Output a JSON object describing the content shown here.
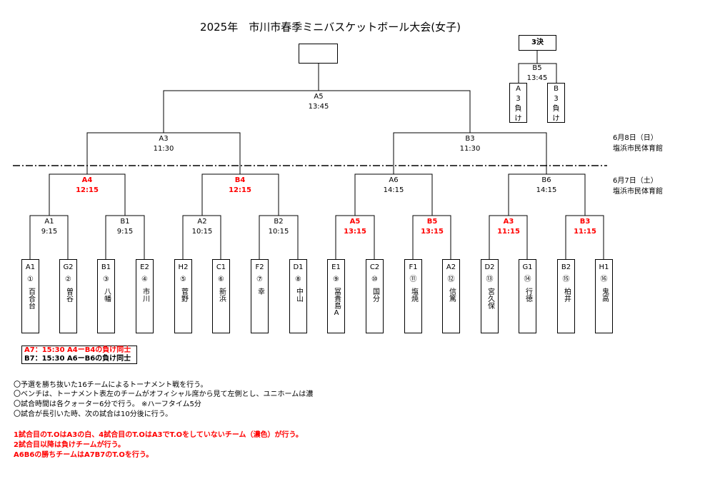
{
  "title": "2025年　市川市春季ミニバスケットボール大会(女子)",
  "third_place": {
    "label": "3決",
    "game": "B5",
    "time": "13:45",
    "left": [
      "A",
      "3",
      "負",
      "け"
    ],
    "right": [
      "B",
      "3",
      "負",
      "け"
    ]
  },
  "final": {
    "game": "A5",
    "time": "13:45"
  },
  "days": [
    {
      "date": "6月8日（日）",
      "venue": "塩浜市民体育館"
    },
    {
      "date": "6月7日（土）",
      "venue": "塩浜市民体育館"
    }
  ],
  "semis": [
    {
      "game": "A3",
      "time": "11:30"
    },
    {
      "game": "B3",
      "time": "11:30"
    }
  ],
  "quarters": [
    {
      "game": "A4",
      "time": "12:15",
      "highlight": true
    },
    {
      "game": "B4",
      "time": "12:15",
      "highlight": true
    },
    {
      "game": "A6",
      "time": "14:15",
      "highlight": false
    },
    {
      "game": "B6",
      "time": "14:15",
      "highlight": false
    }
  ],
  "first_round": [
    {
      "game": "A1",
      "time": "9:15",
      "highlight": false
    },
    {
      "game": "B1",
      "time": "9:15",
      "highlight": false
    },
    {
      "game": "A2",
      "time": "10:15",
      "highlight": false
    },
    {
      "game": "B2",
      "time": "10:15",
      "highlight": false
    },
    {
      "game": "A5",
      "time": "13:15",
      "highlight": true
    },
    {
      "game": "B5",
      "time": "13:15",
      "highlight": true
    },
    {
      "game": "A3",
      "time": "11:15",
      "highlight": true
    },
    {
      "game": "B3",
      "time": "11:15",
      "highlight": true
    }
  ],
  "teams": [
    {
      "code": "A1",
      "num": "①",
      "name": "百合台"
    },
    {
      "code": "G2",
      "num": "②",
      "name": "曽谷"
    },
    {
      "code": "B1",
      "num": "③",
      "name": "八幡"
    },
    {
      "code": "E2",
      "num": "④",
      "name": "市川"
    },
    {
      "code": "H2",
      "num": "⑤",
      "name": "菅野"
    },
    {
      "code": "C1",
      "num": "⑥",
      "name": "新浜"
    },
    {
      "code": "F2",
      "num": "⑦",
      "name": "幸"
    },
    {
      "code": "D1",
      "num": "⑧",
      "name": "中山"
    },
    {
      "code": "E1",
      "num": "⑨",
      "name": "冨貴島A"
    },
    {
      "code": "C2",
      "num": "⑩",
      "name": "国分"
    },
    {
      "code": "F1",
      "num": "⑪",
      "name": "塩焼"
    },
    {
      "code": "A2",
      "num": "⑫",
      "name": "信篤"
    },
    {
      "code": "D2",
      "num": "⑬",
      "name": "宮久保"
    },
    {
      "code": "G1",
      "num": "⑭",
      "name": "行徳"
    },
    {
      "code": "B2",
      "num": "⑮",
      "name": "柏井"
    },
    {
      "code": "H1",
      "num": "⑯",
      "name": "鬼高"
    }
  ],
  "extra_games": [
    "A7：15:30 A4ーB4の負け同士",
    "B7：15:30 A6ーB6の負け同士"
  ],
  "notes": [
    "〇予選を勝ち抜いた16チームによるトーナメント戦を行う。",
    "〇ベンチは、トーナメント表左のチームがオフィシャル席から見て左側とし、ユニホームは濃",
    "〇試合時間は各クォーター6分で行う。 ※ハーフタイム5分",
    "〇試合が長引いた時、次の試合は10分後に行う。"
  ],
  "red_notes": [
    "1試合目のT.OはA3の白、4試合目のT.OはA3でT.Oをしていないチーム（濃色）が行う。",
    "2試合目以降は負けチームが行う。",
    "A6B6の勝ちチームはA7B7のT.Oを行う。"
  ]
}
